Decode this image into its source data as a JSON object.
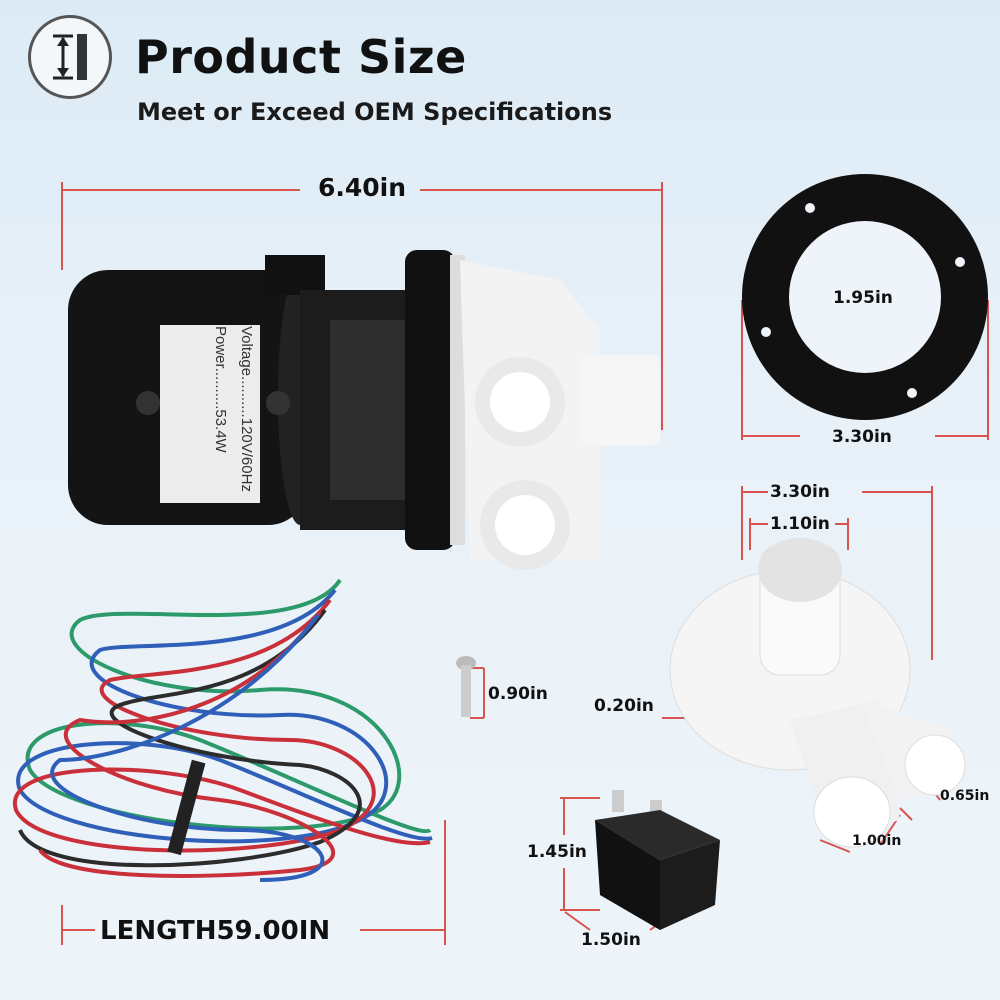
{
  "header": {
    "icon": "ruler-measure-icon",
    "title": "Product Size",
    "subtitle": "Meet or Exceed OEM Specifications"
  },
  "motor": {
    "overall_length": "6.40in",
    "label_voltage": "Voltage..........120V/60Hz",
    "label_power": "Power..........53.4W"
  },
  "ring": {
    "inner_diameter": "1.95in",
    "outer_diameter": "3.30in"
  },
  "pump_head": {
    "width": "3.30in",
    "outlet_diameter": "1.10in",
    "hole": "0.20in",
    "port_small": "0.65in",
    "port_large": "1.00in"
  },
  "screw": {
    "length": "0.90in"
  },
  "capacitor": {
    "height": "1.45in",
    "width": "1.50in"
  },
  "wire": {
    "length": "LENGTH59.00IN"
  },
  "colors": {
    "dimension_line": "#d9534f",
    "wire_red": "#c9303a",
    "wire_blue": "#2f5fb8",
    "wire_green": "#2c9a6a"
  }
}
